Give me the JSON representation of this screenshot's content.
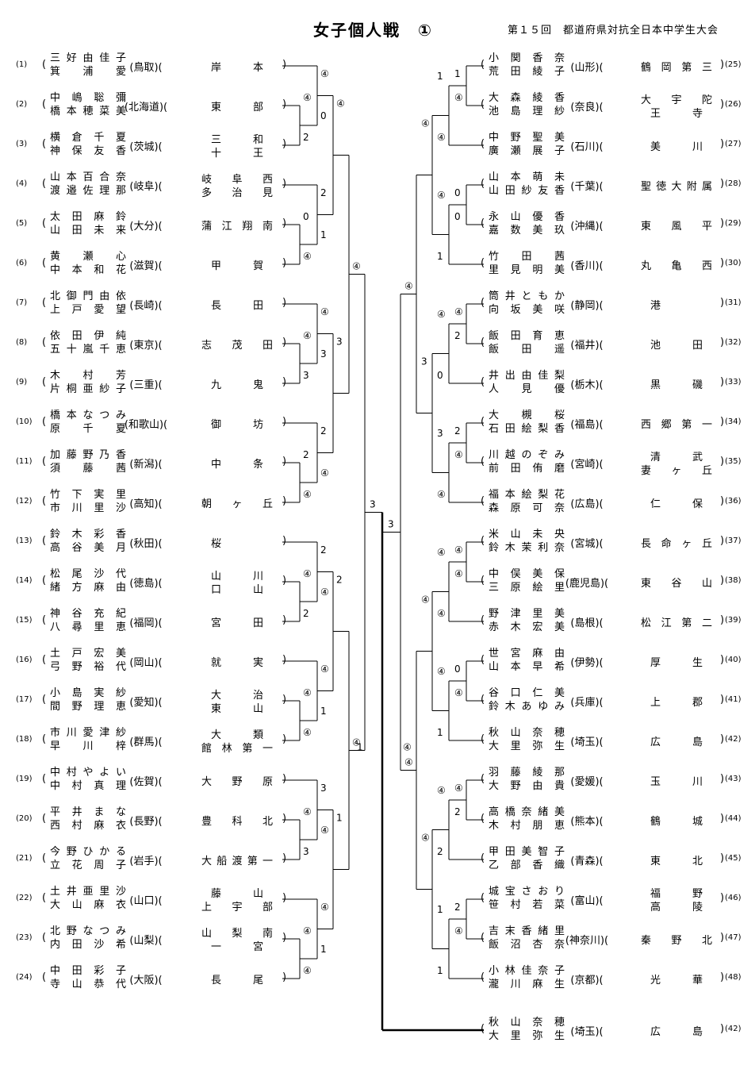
{
  "header": {
    "title": "女子個人戦　①",
    "subtitle": "第１５回　都道府県対抗全日本中学生大会"
  },
  "left": [
    {
      "no": "(1)",
      "names": [
        "三好由佳子",
        "箕浦愛"
      ],
      "pref": "鳥取",
      "school": [
        "岸本"
      ]
    },
    {
      "no": "(2)",
      "names": [
        "中嶋聡彌",
        "橋本穂菜美"
      ],
      "pref": "北海道",
      "school": [
        "東部"
      ]
    },
    {
      "no": "(3)",
      "names": [
        "横倉千夏",
        "神保友香"
      ],
      "pref": "茨城",
      "school": [
        "三和",
        "十王"
      ]
    },
    {
      "no": "(4)",
      "names": [
        "山本百合奈",
        "渡邉佐理那"
      ],
      "pref": "岐阜",
      "school": [
        "岐阜西",
        "多治見"
      ]
    },
    {
      "no": "(5)",
      "names": [
        "太田麻鈴",
        "山田未来"
      ],
      "pref": "大分",
      "school": [
        "蒲江翔南"
      ]
    },
    {
      "no": "(6)",
      "names": [
        "黄瀬心",
        "中本和花"
      ],
      "pref": "滋賀",
      "school": [
        "甲賀"
      ]
    },
    {
      "no": "(7)",
      "names": [
        "北御門由依",
        "上戸愛望"
      ],
      "pref": "長崎",
      "school": [
        "長田"
      ]
    },
    {
      "no": "(8)",
      "names": [
        "依田伊純",
        "五十嵐千恵"
      ],
      "pref": "東京",
      "school": [
        "志茂田"
      ]
    },
    {
      "no": "(9)",
      "names": [
        "木村芳",
        "片桐亜紗子"
      ],
      "pref": "三重",
      "school": [
        "九鬼"
      ]
    },
    {
      "no": "(10)",
      "names": [
        "橋本なつみ",
        "原千夏"
      ],
      "pref": "和歌山",
      "school": [
        "御坊"
      ]
    },
    {
      "no": "(11)",
      "names": [
        "加藤野乃香",
        "須藤茜"
      ],
      "pref": "新潟",
      "school": [
        "中条"
      ]
    },
    {
      "no": "(12)",
      "names": [
        "竹下実里",
        "市川里沙"
      ],
      "pref": "高知",
      "school": [
        "朝ヶ丘"
      ]
    },
    {
      "no": "(13)",
      "names": [
        "鈴木彩香",
        "高谷美月"
      ],
      "pref": "秋田",
      "school": [
        "桜"
      ]
    },
    {
      "no": "(14)",
      "names": [
        "松尾沙代",
        "緒方麻由"
      ],
      "pref": "徳島",
      "school": [
        "山川",
        "口山"
      ]
    },
    {
      "no": "(15)",
      "names": [
        "神谷充紀",
        "八尋里恵"
      ],
      "pref": "福岡",
      "school": [
        "宮田"
      ]
    },
    {
      "no": "(16)",
      "names": [
        "土戸宏美",
        "弓野裕代"
      ],
      "pref": "岡山",
      "school": [
        "就実"
      ]
    },
    {
      "no": "(17)",
      "names": [
        "小島実紗",
        "間野理恵"
      ],
      "pref": "愛知",
      "school": [
        "大治",
        "東山"
      ]
    },
    {
      "no": "(18)",
      "names": [
        "市川愛津紗",
        "早川梓"
      ],
      "pref": "群馬",
      "school": [
        "大類",
        "館林第一"
      ]
    },
    {
      "no": "(19)",
      "names": [
        "中村やよい",
        "中村真理"
      ],
      "pref": "佐賀",
      "school": [
        "大野原"
      ]
    },
    {
      "no": "(20)",
      "names": [
        "平井まな",
        "西村麻衣"
      ],
      "pref": "長野",
      "school": [
        "豊科北"
      ]
    },
    {
      "no": "(21)",
      "names": [
        "今野ひかる",
        "立花周子"
      ],
      "pref": "岩手",
      "school": [
        "大船渡第一"
      ]
    },
    {
      "no": "(22)",
      "names": [
        "土井亜里沙",
        "大山麻衣"
      ],
      "pref": "山口",
      "school": [
        "藤山",
        "上宇部"
      ]
    },
    {
      "no": "(23)",
      "names": [
        "北野なつみ",
        "内田沙希"
      ],
      "pref": "山梨",
      "school": [
        "山梨南",
        "一宮"
      ]
    },
    {
      "no": "(24)",
      "names": [
        "中田彩子",
        "寺山恭代"
      ],
      "pref": "大阪",
      "school": [
        "長尾"
      ]
    }
  ],
  "right": [
    {
      "no": "(25)",
      "names": [
        "小関香奈",
        "荒田綾子"
      ],
      "pref": "山形",
      "school": [
        "鶴岡第三"
      ]
    },
    {
      "no": "(26)",
      "names": [
        "大森綾香",
        "池島理紗"
      ],
      "pref": "奈良",
      "school": [
        "大宇陀",
        "王寺"
      ]
    },
    {
      "no": "(27)",
      "names": [
        "中野聖美",
        "廣瀬展子"
      ],
      "pref": "石川",
      "school": [
        "美川"
      ]
    },
    {
      "no": "(28)",
      "names": [
        "山本萌未",
        "山田紗友香"
      ],
      "pref": "千葉",
      "school": [
        "聖徳大附属"
      ]
    },
    {
      "no": "(29)",
      "names": [
        "永山優香",
        "嘉数美玖"
      ],
      "pref": "沖縄",
      "school": [
        "東風平"
      ]
    },
    {
      "no": "(30)",
      "names": [
        "竹田茜",
        "里見明美"
      ],
      "pref": "香川",
      "school": [
        "丸亀西"
      ]
    },
    {
      "no": "(31)",
      "names": [
        "筒井ともか",
        "向坂美咲"
      ],
      "pref": "静岡",
      "school": [
        "港"
      ]
    },
    {
      "no": "(32)",
      "names": [
        "飯田育恵",
        "飯田遥"
      ],
      "pref": "福井",
      "school": [
        "池田"
      ]
    },
    {
      "no": "(33)",
      "names": [
        "井出由佳梨",
        "人見優"
      ],
      "pref": "栃木",
      "school": [
        "黒磯"
      ]
    },
    {
      "no": "(34)",
      "names": [
        "大槻桜",
        "石田絵梨香"
      ],
      "pref": "福島",
      "school": [
        "西郷第一"
      ]
    },
    {
      "no": "(35)",
      "names": [
        "川越のぞみ",
        "前田侑磨"
      ],
      "pref": "宮崎",
      "school": [
        "清武",
        "妻ヶ丘"
      ]
    },
    {
      "no": "(36)",
      "names": [
        "福本絵梨花",
        "森原可奈"
      ],
      "pref": "広島",
      "school": [
        "仁保"
      ]
    },
    {
      "no": "(37)",
      "names": [
        "米山未央",
        "鈴木茉利奈"
      ],
      "pref": "宮城",
      "school": [
        "長命ヶ丘"
      ]
    },
    {
      "no": "(38)",
      "names": [
        "中俣美保",
        "三原絵里"
      ],
      "pref": "鹿児島",
      "school": [
        "東谷山"
      ]
    },
    {
      "no": "(39)",
      "names": [
        "野津里美",
        "赤木宏美"
      ],
      "pref": "島根",
      "school": [
        "松江第二"
      ]
    },
    {
      "no": "(40)",
      "names": [
        "世宮麻由",
        "山本早希"
      ],
      "pref": "伊勢",
      "school": [
        "厚生"
      ]
    },
    {
      "no": "(41)",
      "names": [
        "谷口仁美",
        "鈴木あゆみ"
      ],
      "pref": "兵庫",
      "school": [
        "上郡"
      ]
    },
    {
      "no": "(42)",
      "names": [
        "秋山奈穂",
        "大里弥生"
      ],
      "pref": "埼玉",
      "school": [
        "広島"
      ]
    },
    {
      "no": "(43)",
      "names": [
        "羽藤綾那",
        "大野由貴"
      ],
      "pref": "愛媛",
      "school": [
        "玉川"
      ]
    },
    {
      "no": "(44)",
      "names": [
        "高橋奈緒美",
        "木村朋恵"
      ],
      "pref": "熊本",
      "school": [
        "鶴城"
      ]
    },
    {
      "no": "(45)",
      "names": [
        "甲田美智子",
        "乙部香織"
      ],
      "pref": "青森",
      "school": [
        "東北"
      ]
    },
    {
      "no": "(46)",
      "names": [
        "城宝さおり",
        "笹村若菜"
      ],
      "pref": "富山",
      "school": [
        "福野",
        "高陵"
      ]
    },
    {
      "no": "(47)",
      "names": [
        "吉末香緒里",
        "飯沼杏奈"
      ],
      "pref": "神奈川",
      "school": [
        "秦野北"
      ]
    },
    {
      "no": "(48)",
      "names": [
        "小林佳奈子",
        "瀧川麻生"
      ],
      "pref": "京都",
      "school": [
        "光華"
      ]
    }
  ],
  "champion": {
    "no": "(42)",
    "names": [
      "秋山奈穂",
      "大里弥生"
    ],
    "pref": "埼玉",
    "school": [
      "広島"
    ]
  },
  "scores": {
    "L_r1": [
      "④",
      "2",
      "0",
      "④",
      "④",
      "3",
      "2",
      "④",
      "④",
      "2",
      "④",
      "④",
      "④",
      "3",
      "④",
      "④",
      "3",
      "④"
    ],
    "L_r2": [
      "④",
      "0",
      "2",
      "1",
      "④",
      "3",
      "2",
      "④",
      "2",
      "④",
      "④",
      "1",
      "3",
      "④",
      "④",
      "1",
      "④",
      "④"
    ],
    "L_r3": [
      "④",
      "3",
      "2",
      "1",
      "④",
      "④"
    ],
    "R_r1": [
      "1",
      "④",
      "0",
      "0",
      "④",
      "2",
      "2",
      "④",
      "④",
      "④",
      "0",
      "④",
      "④",
      "2",
      "2",
      "④",
      "1",
      "④",
      "④",
      "④",
      "3",
      "④",
      "2",
      "④",
      "④"
    ],
    "R_r2": [
      "1",
      "④",
      "④",
      "1",
      "④",
      "0",
      "3",
      "④",
      "④",
      "④",
      "④",
      "1",
      "④",
      "2",
      "1"
    ],
    "R_r3": [
      "④",
      "3",
      "④",
      "④",
      "④",
      "④",
      "1"
    ],
    "final": [
      "1",
      "④"
    ]
  }
}
